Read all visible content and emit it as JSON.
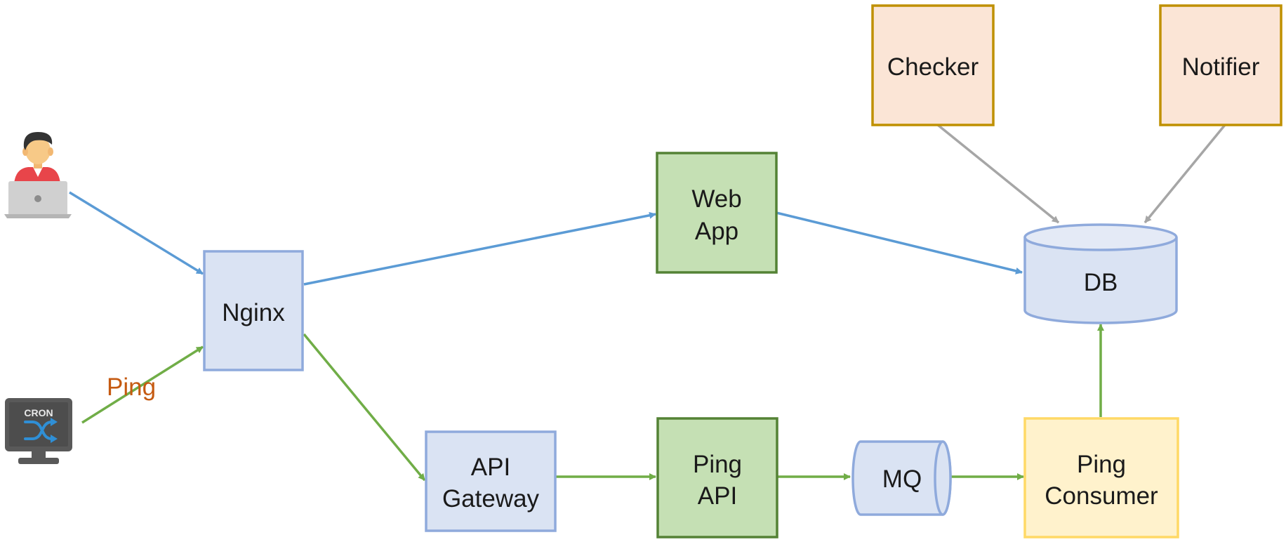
{
  "nodes": {
    "nginx": {
      "label": "Nginx"
    },
    "web_app": {
      "label_line1": "Web",
      "label_line2": "App"
    },
    "api_gateway": {
      "label_line1": "API",
      "label_line2": "Gateway"
    },
    "ping_api": {
      "label_line1": "Ping",
      "label_line2": "API"
    },
    "mq": {
      "label": "MQ"
    },
    "ping_consumer": {
      "label_line1": "Ping",
      "label_line2": "Consumer"
    },
    "db": {
      "label": "DB"
    },
    "checker": {
      "label": "Checker"
    },
    "notifier": {
      "label": "Notifier"
    }
  },
  "actors": {
    "user": {
      "icon": "user-laptop-icon"
    },
    "cron": {
      "icon": "cron-monitor-icon",
      "label": "CRON"
    }
  },
  "edge_labels": {
    "ping": "Ping"
  },
  "colors": {
    "blue_box_fill": "#dae3f3",
    "blue_box_stroke": "#8faadc",
    "green_box_fill": "#c5e0b4",
    "green_box_stroke": "#548235",
    "yellow_box_fill": "#fff2cc",
    "yellow_box_stroke": "#ffd966",
    "orange_box_fill": "#fbe5d6",
    "orange_box_stroke": "#bf9000",
    "blue_arrow": "#5b9bd5",
    "green_arrow": "#70ad47",
    "gray_arrow": "#a6a6a6",
    "ping_label": "#c55a11"
  }
}
